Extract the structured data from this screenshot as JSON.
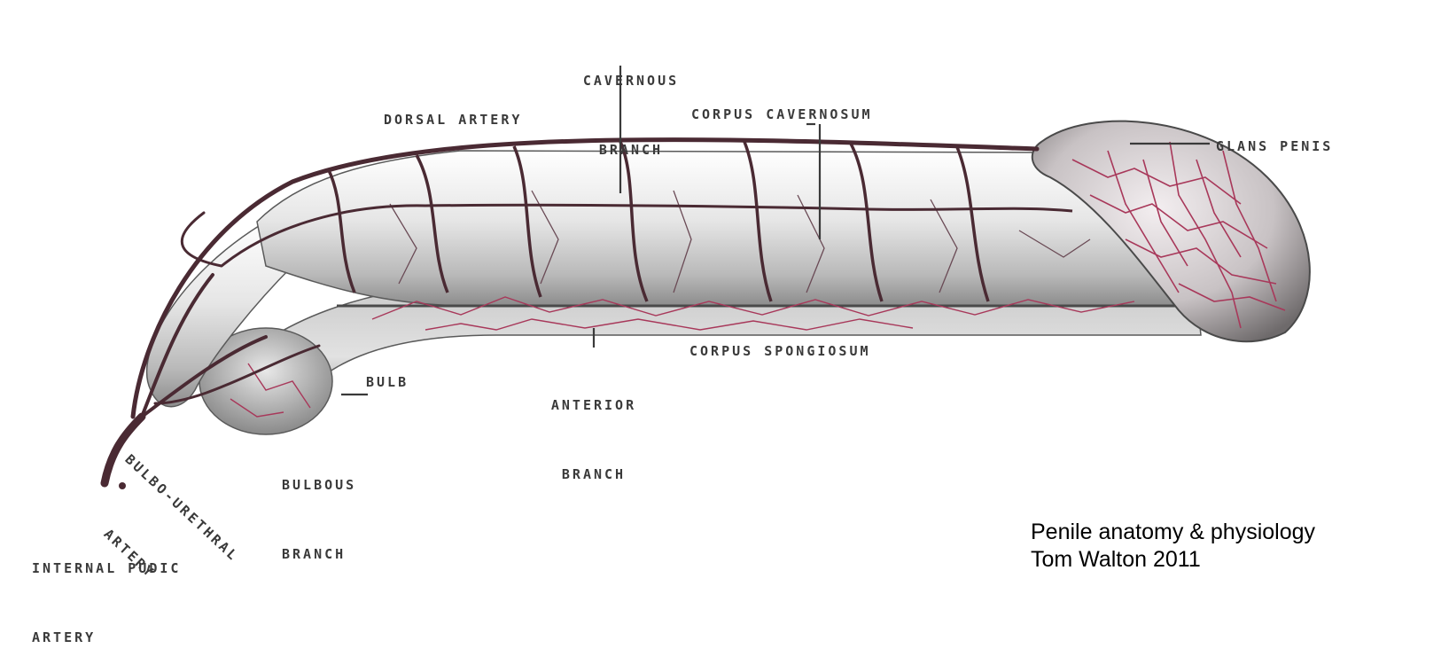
{
  "labels": {
    "cavernous_branch": [
      "CAVERNOUS",
      "BRANCH"
    ],
    "dorsal_artery": "DORSAL ARTERY",
    "corpus_cavernosum": "CORPUS CAVERNOSUM",
    "glans_penis": "GLANS PENIS",
    "anterior_branch": [
      "ANTERIOR",
      "BRANCH"
    ],
    "corpus_spongiosum": "CORPUS SPONGIOSUM",
    "bulb": "BULB",
    "bulbous_branch": [
      "BULBOUS",
      "BRANCH"
    ],
    "bulbo_urethral_artery": [
      "BULBO-URETHRAL",
      "ARTERY"
    ],
    "internal_pudic_artery": [
      "INTERNAL PUDIC",
      "ARTERY"
    ]
  },
  "caption": {
    "line1": "Penile anatomy & physiology",
    "line2": "Tom Walton 2011"
  },
  "colors": {
    "artery": "#4a2a33",
    "capillary": "#a8385a",
    "tissue_light": "#f4f4f4",
    "tissue_dark": "#8a8a8a"
  }
}
